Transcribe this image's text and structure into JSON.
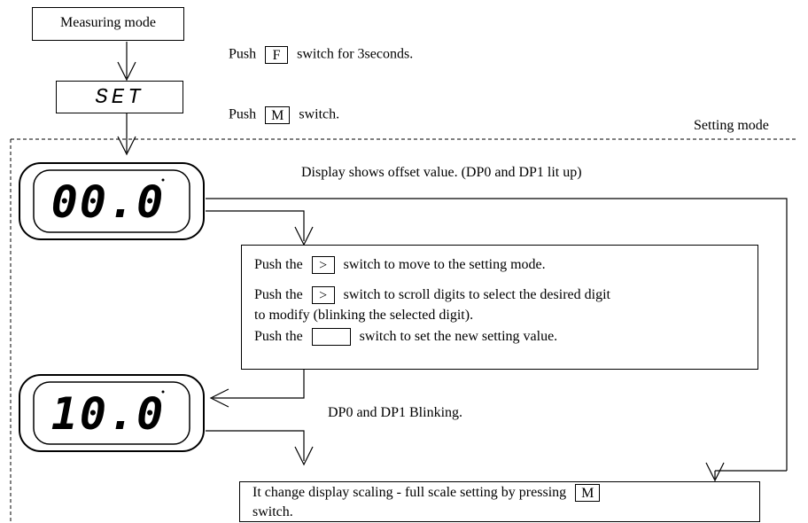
{
  "nodes": {
    "measuring_mode": "Measuring mode",
    "set_display": "SET"
  },
  "instructions": {
    "push_f": {
      "pre": "Push",
      "key": "F",
      "post": "switch for 3seconds."
    },
    "push_m": {
      "pre": "Push",
      "key": "M",
      "post": "switch."
    }
  },
  "setting_mode_label": "Setting mode",
  "offset_note": "Display shows offset value. (DP0 and DP1 lit up)",
  "display_1": {
    "digits": "00.0"
  },
  "display_2": {
    "digits": "10.0"
  },
  "procedure": {
    "line1": {
      "pre": "Push the",
      "key": ">",
      "post": "switch to move to the setting mode."
    },
    "line2": {
      "pre": "Push the",
      "key": ">",
      "post": "switch to scroll digits to select the desired digit"
    },
    "line3": "to modify (blinking the selected digit).",
    "line4": {
      "pre": "Push the",
      "key": "",
      "post": "switch to set the new setting value."
    }
  },
  "blink_note": "DP0 and DP1 Blinking.",
  "final": {
    "line1": "It change display scaling - full scale setting by pressing",
    "key": "M",
    "line2": "switch."
  }
}
